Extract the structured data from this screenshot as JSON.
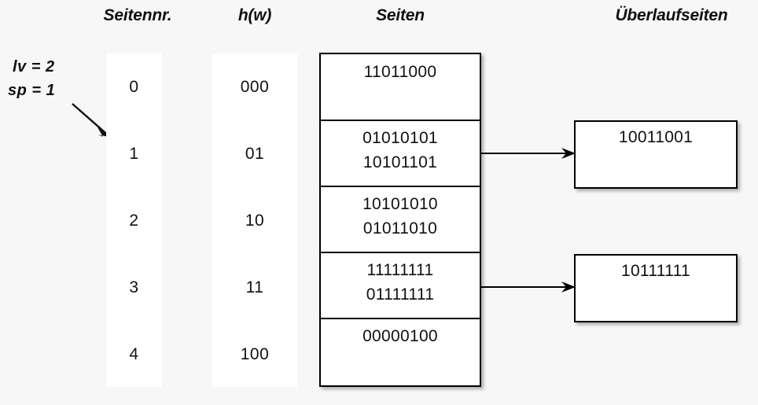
{
  "headers": {
    "seitennr": "Seitennr.",
    "hw": "h(w)",
    "seiten": "Seiten",
    "ueberlaufseiten": "Überlaufseiten"
  },
  "annotations": {
    "lv": "lv = 2",
    "sp": "sp = 1",
    "pointer_icon": "diagonal-arrow-icon"
  },
  "page_numbers": [
    "0",
    "1",
    "2",
    "3",
    "4"
  ],
  "hash_values": [
    "000",
    "01",
    "10",
    "11",
    "100"
  ],
  "pages": [
    {
      "entries": [
        "11011000"
      ]
    },
    {
      "entries": [
        "01010101",
        "10101101"
      ]
    },
    {
      "entries": [
        "10101010",
        "01011010"
      ]
    },
    {
      "entries": [
        "11111111",
        "01111111"
      ]
    },
    {
      "entries": [
        "00000100"
      ]
    }
  ],
  "overflow_pages": [
    {
      "entries": [
        "10011001"
      ],
      "from_page": "1"
    },
    {
      "entries": [
        "10111111"
      ],
      "from_page": "3"
    }
  ],
  "connectors": [
    {
      "icon": "arrow-right-icon",
      "from": "page-cell-1",
      "to": "overflow-box-0"
    },
    {
      "icon": "arrow-right-icon",
      "from": "page-cell-3",
      "to": "overflow-box-1"
    }
  ],
  "colors": {
    "background": "#f7f7f7",
    "surface": "#ffffff",
    "stroke": "#000000",
    "text": "#111111"
  }
}
